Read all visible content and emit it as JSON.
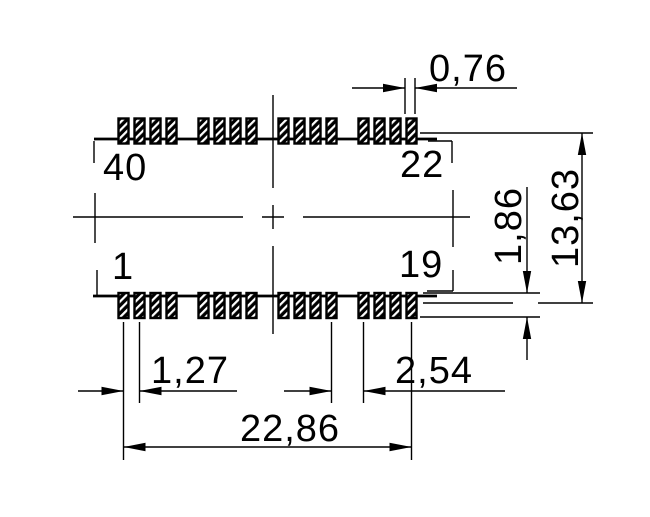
{
  "drawing": {
    "type": "technical-dimension-drawing",
    "description": "PCB footprint land pattern, two rows of hatched SMD pads",
    "colors": {
      "ink": "#000000",
      "background": "#ffffff"
    },
    "pads": {
      "rows": 2,
      "groups_per_row": 4,
      "pads_per_group": 4,
      "hatch": "diagonal-stripes"
    },
    "pin_labels": {
      "top_left": "40",
      "top_right": "22",
      "bottom_left": "1",
      "bottom_right": "19"
    },
    "dims": {
      "pad_width": "0,76",
      "row_to_row_height": "13,63",
      "pad_height": "1,86",
      "pin_pitch": "1,27",
      "group_gap": "2,54",
      "row_span": "22,86"
    }
  }
}
